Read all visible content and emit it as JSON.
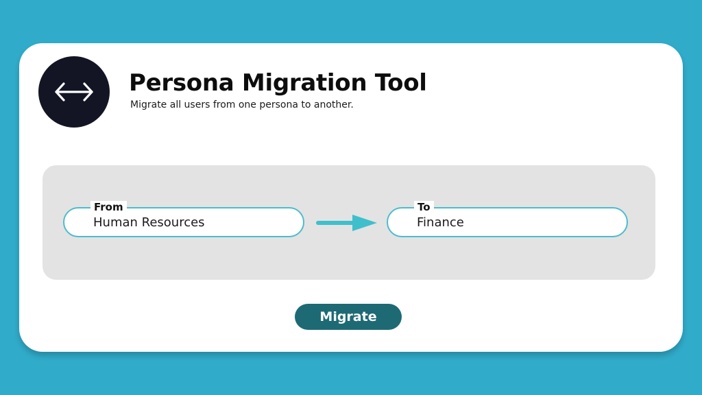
{
  "header": {
    "icon": "arrows-left-right-icon",
    "title": "Persona Migration Tool",
    "subtitle": "Migrate all users from one persona to another."
  },
  "migration": {
    "from": {
      "label": "From",
      "value": "Human Resources"
    },
    "arrow_icon": "arrow-right-icon",
    "to": {
      "label": "To",
      "value": "Finance"
    }
  },
  "actions": {
    "migrate_label": "Migrate"
  },
  "colors": {
    "background": "#30abc9",
    "card": "#ffffff",
    "panel": "#e3e3e3",
    "logo_bg": "#131524",
    "field_border": "#4bbccf",
    "arrow": "#3fbfcc",
    "button": "#1d6a74"
  }
}
